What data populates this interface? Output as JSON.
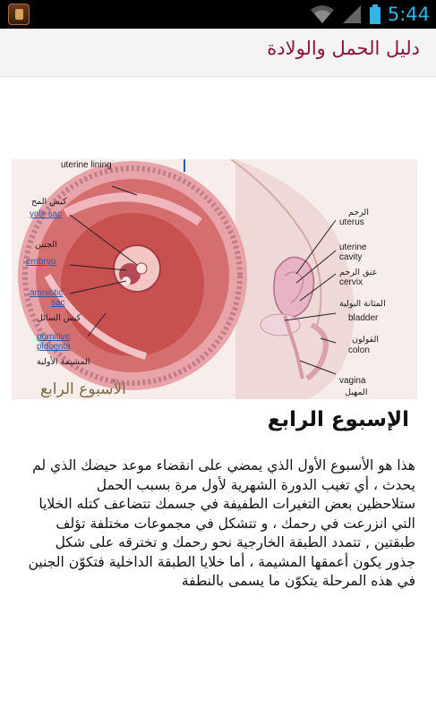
{
  "status_bar": {
    "time": "5:44"
  },
  "action_bar": {
    "title": "دليل الحمل والولادة"
  },
  "illustration": {
    "labels": {
      "uterine_lining": "uterine lining",
      "yolk_sac_ar": "كيس المح",
      "yolk_sac": "yolk sac",
      "embryo_ar": "الجنين",
      "embryo": "embryo",
      "amniotic_sac_1": "amniotic",
      "amniotic_sac_2": "sac",
      "amniotic_sac_ar": "كيس السائل",
      "primitive_placenta_1": "primitive",
      "primitive_placenta_2": "placenta",
      "primitive_placenta_ar": "المشيمة الأولية",
      "uterus_ar": "الرحم",
      "uterus": "uterus",
      "uterine_cavity_1": "uterine",
      "uterine_cavity_2": "cavity",
      "cervix_ar": "عنق الرحم",
      "cervix": "cervix",
      "bladder_ar": "المثانة البولية",
      "bladder": "bladder",
      "colon_ar": "القولون",
      "colon": "colon",
      "vagina": "vagina",
      "vagina_ar": "المهبل",
      "week_caption": "الأسبوع الرابع"
    }
  },
  "article": {
    "heading": "الإسبوع الرابع",
    "paragraphs": [
      "هذا هو الأسبوع الأول الذي يمضي على انقضاء موعد حيضك الذي لم يحدث ، أي تغيب الدورة الشهرية لأول مرة بسبب الحمل",
      "ستلاحظين بعض التغيرات الطفيفة في جسمك تتضاعف كتله الخلايا التي انزرعت في رحمك ، و تتشكل في مجموعات مختلفة تؤلف طبقتين , تتمدد الطبقة الخارجية نحو رحمك و تخترقه على شكل جذور يكون أعمقها المشيمة ، أما خلايا الطبقة الداخلية فتكوّن الجنين في هذه المرحلة يتكوّن ما يسمى بالنطفة"
    ]
  },
  "colors": {
    "title_color": "#8a1537",
    "status_accent": "#33b5e5"
  }
}
